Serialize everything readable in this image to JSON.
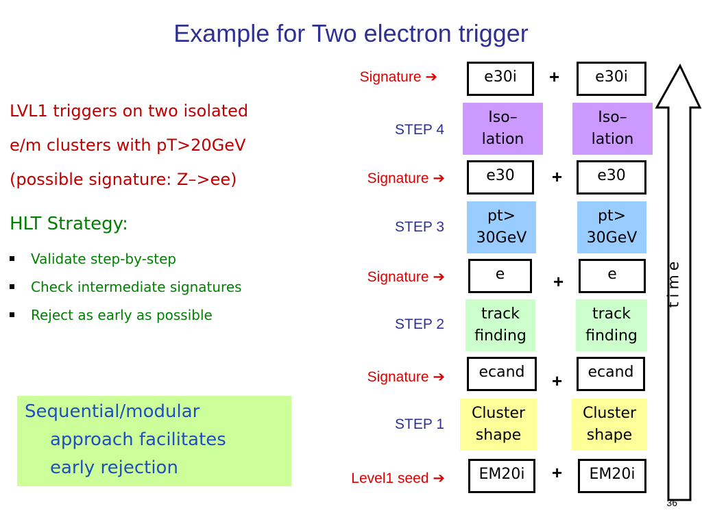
{
  "title": "Example for Two electron trigger",
  "lvl1_lines": [
    "LVL1 triggers on two isolated",
    "e/m clusters with pT>20GeV",
    "(possible signature: Z–>ee)"
  ],
  "hlt_heading": "HLT Strategy:",
  "bullets": [
    "Validate step-by-step",
    "Check intermediate signatures",
    "Reject as early as possible"
  ],
  "box_lines": [
    "Sequential/modular",
    "approach facilitates",
    "early rejection"
  ],
  "arrow_glyph": "➔",
  "plus": "+",
  "rows": {
    "sig4": {
      "label": "Signature",
      "left": "e30i",
      "right": "e30i"
    },
    "step4": {
      "label": "STEP 4",
      "left1": "Iso–",
      "left2": "lation",
      "right1": "Iso–",
      "right2": "lation"
    },
    "sig3": {
      "label": "Signature",
      "left": "e30",
      "right": "e30"
    },
    "step3": {
      "label": "STEP 3",
      "left1": "pt>",
      "left2": "30GeV",
      "right1": "pt>",
      "right2": "30GeV"
    },
    "sig2": {
      "label": "Signature",
      "left": "e",
      "right": "e"
    },
    "step2": {
      "label": "STEP 2",
      "left1": "track",
      "left2": "finding",
      "right1": "track",
      "right2": "finding"
    },
    "sig1": {
      "label": "Signature",
      "left": "ecand",
      "right": "ecand"
    },
    "step1": {
      "label": "STEP 1",
      "left1": "Cluster",
      "left2": "shape",
      "right1": "Cluster",
      "right2": "shape"
    },
    "seed": {
      "label": "Level1 seed",
      "left": "EM20i",
      "right": "EM20i"
    }
  },
  "time_label": "time",
  "page_number": "36",
  "colors": {
    "title": "#2e3192",
    "iso": "#cc99ff",
    "pt": "#99ccff",
    "track": "#ccffcc",
    "cluster": "#ffff99",
    "note_box": "#ccff99"
  }
}
